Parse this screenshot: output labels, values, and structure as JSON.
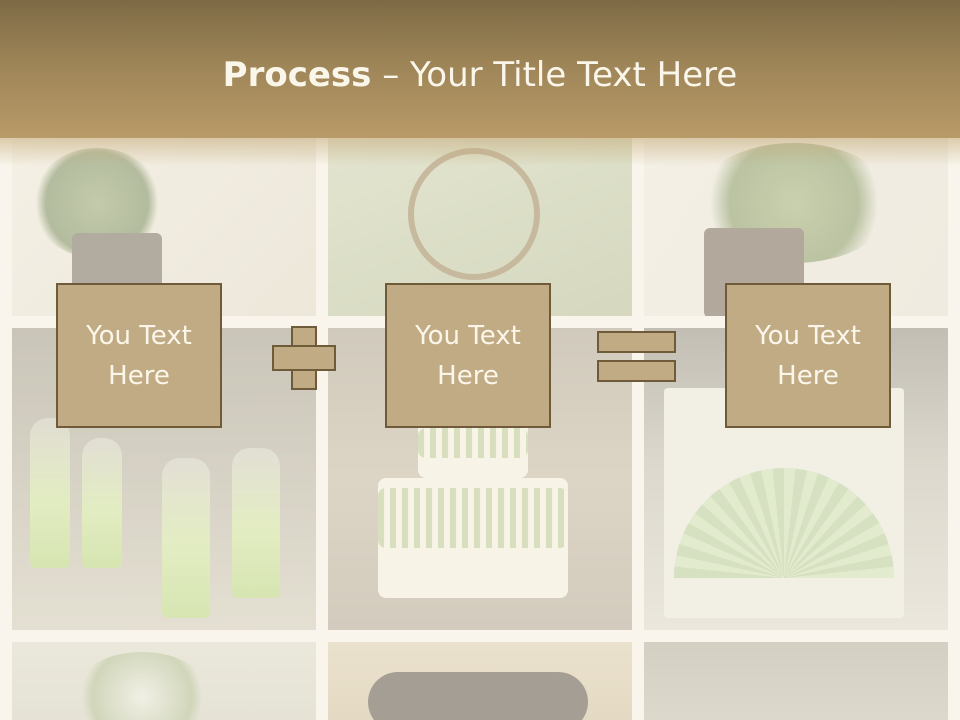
{
  "slide": {
    "title_bold": "Process",
    "title_separator": " – ",
    "title_rest": "Your Title Text Here"
  },
  "process_boxes": [
    {
      "text": "You Text Here"
    },
    {
      "text": "You Text Here"
    },
    {
      "text": "You Text Here"
    }
  ],
  "operators": [
    "plus-icon",
    "equals-icon"
  ],
  "colors": {
    "title_bar_dark": "#7d6a45",
    "title_bar_light": "#b99a68",
    "box_fill": "#c1ab84",
    "box_border": "#6f5a39",
    "text_light": "#fbf6ea"
  }
}
